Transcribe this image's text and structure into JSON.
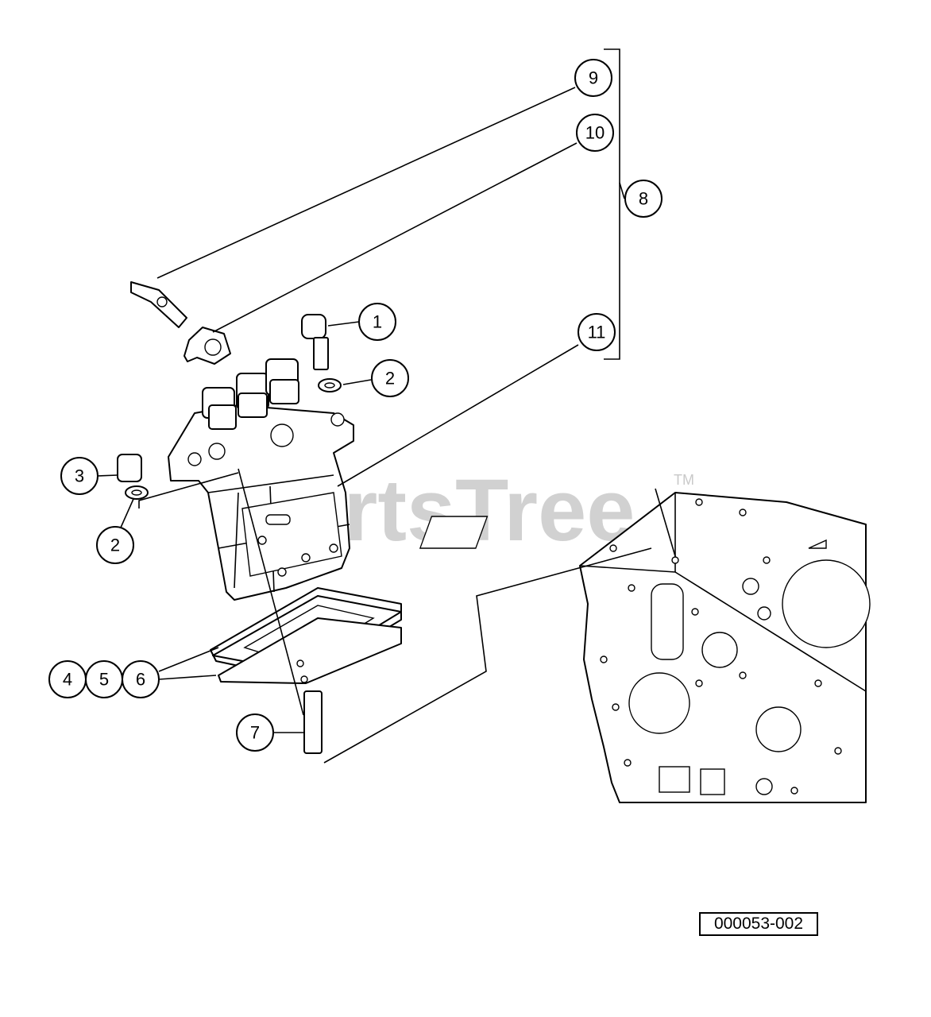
{
  "diagram": {
    "watermark": "PartsTree",
    "watermark_mark": "TM",
    "reference_code": "000053-002",
    "callouts": {
      "c1": "1",
      "c2a": "2",
      "c2b": "2",
      "c3": "3",
      "c4": "4",
      "c5": "5",
      "c6": "6",
      "c7": "7",
      "c8": "8",
      "c9": "9",
      "c10": "10",
      "c11": "11"
    }
  }
}
